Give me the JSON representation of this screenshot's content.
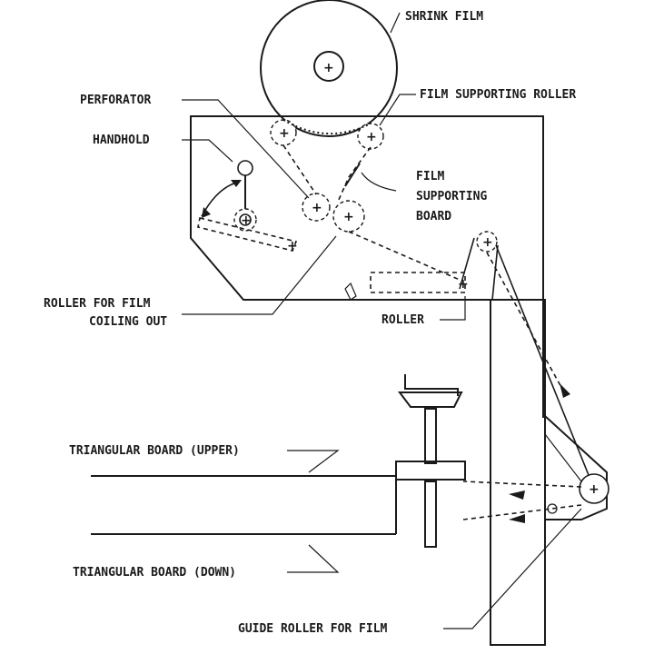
{
  "labels": {
    "shrink_film": "SHRINK FILM",
    "perforator": "PERFORATOR",
    "film_supporting_roller": "FILM SUPPORTING ROLLER",
    "handhold": "HANDHOLD",
    "film_supporting_board_1": "FILM",
    "film_supporting_board_2": "SUPPORTING",
    "film_supporting_board_3": "BOARD",
    "roller_coiling_1": "ROLLER FOR FILM",
    "roller_coiling_2": "COILING OUT",
    "roller": "ROLLER",
    "triangular_upper": "TRIANGULAR BOARD (UPPER)",
    "triangular_down": "TRIANGULAR BOARD (DOWN)",
    "guide_roller": "GUIDE ROLLER FOR FILM"
  },
  "colors": {
    "ink": "#1a1a1a",
    "paper": "#ffffff"
  }
}
